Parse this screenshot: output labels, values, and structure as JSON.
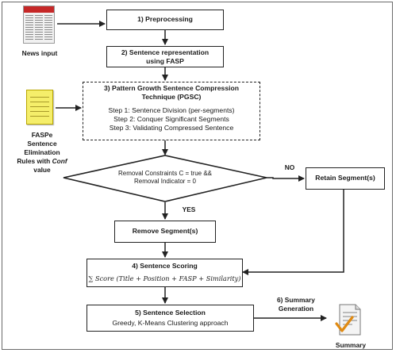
{
  "inputs": {
    "news_label": "News input",
    "rules_label_lines": [
      "FASPe",
      "Sentence",
      "Elimination",
      "Rules with"
    ],
    "rules_conf_word": "Conf",
    "rules_value_word": "value"
  },
  "steps": {
    "preprocessing": "1) Preprocessing",
    "sentence_repr_line1": "2) Sentence representation",
    "sentence_repr_line2": "using FASP",
    "pgsc_line1": "3) Pattern Growth Sentence Compression",
    "pgsc_line2": "Technique (PGSC)",
    "pgsc_step1": "Step 1: Sentence Division (per-segments)",
    "pgsc_step2": "Step 2: Conquer Significant Segments",
    "pgsc_step3": "Step 3: Validating Compressed Sentence",
    "decision_line1": "Removal Constraints C = true &&",
    "decision_line2": "Removal Indicator = 0",
    "remove_segment": "Remove Segment(s)",
    "retain_segment": "Retain Segment(s)",
    "scoring_title": "4) Sentence Scoring",
    "scoring_formula": "∑ Score (Title + Position + FASP + Similarity)",
    "selection_title": "5) Sentence Selection",
    "selection_desc": "Greedy, K-Means Clustering approach",
    "summary_gen_line1": "6) Summary",
    "summary_gen_line2": "Generation",
    "summary_label": "Summary"
  },
  "branches": {
    "yes": "YES",
    "no": "NO"
  }
}
